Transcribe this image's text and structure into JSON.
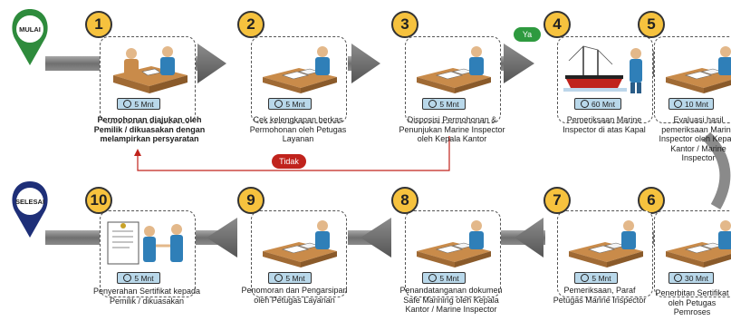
{
  "start_label": "MULAI",
  "end_label": "SELESAI",
  "colors": {
    "start_pin": "#2e8b3c",
    "end_pin": "#1e2f78",
    "yes_pill": "#2e9a3f",
    "no_pill": "#c0231c",
    "number_badge": "#f6c23e",
    "time_box": "#b9d8ea"
  },
  "steps": [
    {
      "number": "1",
      "time": "5 Mnt",
      "caption": "Permohonan diajukan oleh Pemilik / dikuasakan dengan melampirkan persyaratan",
      "icon": "applicant-desk-icon"
    },
    {
      "number": "2",
      "time": "5 Mnt",
      "caption": "Cek kelengkapan berkas Permohonan oleh Petugas Layanan",
      "icon": "officer-desk-icon"
    },
    {
      "number": "3",
      "time": "5 Mnt",
      "caption": "Disposisi Permohonan & Penunjukan Marine Inspector oleh Kepala Kantor",
      "icon": "officer-desk-icon"
    },
    {
      "number": "4",
      "time": "60 Mnt",
      "caption": "Pemeriksaan Marine Inspector di atas Kapal",
      "icon": "ship-inspector-icon"
    },
    {
      "number": "5",
      "time": "10 Mnt",
      "caption": "Evaluasi hasil pemeriksaan Marine Inspector oleh Kepala Kantor / Marine Inspector",
      "icon": "officer-desk-icon"
    },
    {
      "number": "6",
      "time": "30 Mnt",
      "caption": "Penerbitan Sertifikat oleh Petugas Pemroses",
      "icon": "officer-desk-icon"
    },
    {
      "number": "7",
      "time": "5 Mnt",
      "caption": "Pemeriksaan, Paraf Petugas Marine Inspector",
      "icon": "officer-desk-icon"
    },
    {
      "number": "8",
      "time": "5 Mnt",
      "caption": "Penandatanganan dokumen Safe Manning oleh Kepala Kantor / Marine Inspector",
      "icon": "officer-desk-icon"
    },
    {
      "number": "9",
      "time": "5 Mnt",
      "caption": "Penomoran dan Pengarsipan oleh Petugas Layanan",
      "icon": "officer-desk-icon"
    },
    {
      "number": "10",
      "time": "5 Mnt",
      "caption": "Penyerahan Sertifikat kepada Pemilik / dikuasakan",
      "icon": "handover-certificate-icon"
    }
  ],
  "yes_label": "Ya",
  "no_label": "Tidak"
}
